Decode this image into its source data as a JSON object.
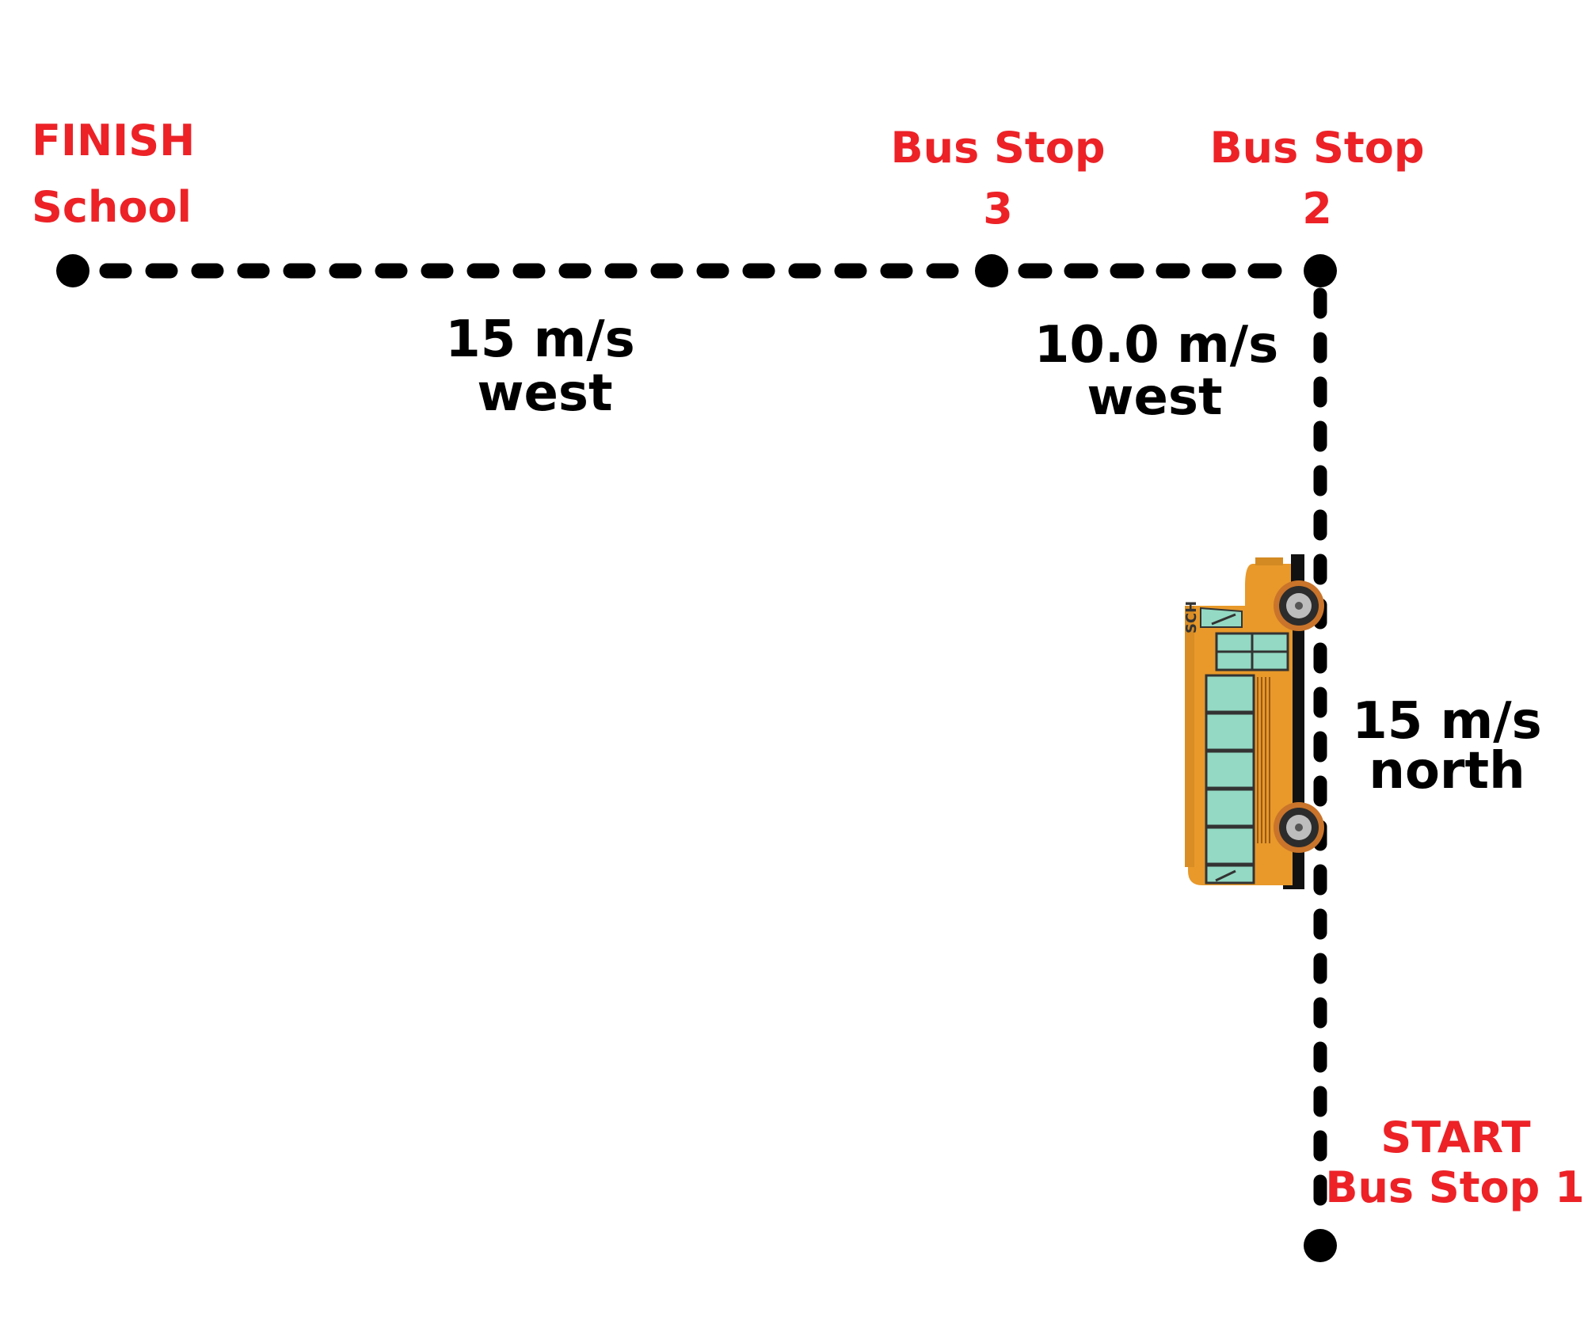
{
  "labels": {
    "finish": "FINISH",
    "school": "School",
    "stop3_title": "Bus Stop",
    "stop3_num": "3",
    "stop2_title": "Bus Stop",
    "stop2_num": "2",
    "start": "START",
    "stop1": "Bus Stop 1"
  },
  "segments": {
    "north_speed": "15 m/s",
    "north_dir": "north",
    "west1_speed": "10.0 m/s",
    "west1_dir": "west",
    "west2_speed": "15 m/s",
    "west2_dir": "west"
  },
  "bus": {
    "side_text": "SCH"
  },
  "colors": {
    "label_red": "#ec2227",
    "path_black": "#000000",
    "bus_body": "#e8992a",
    "bus_window": "#93d9c3"
  }
}
